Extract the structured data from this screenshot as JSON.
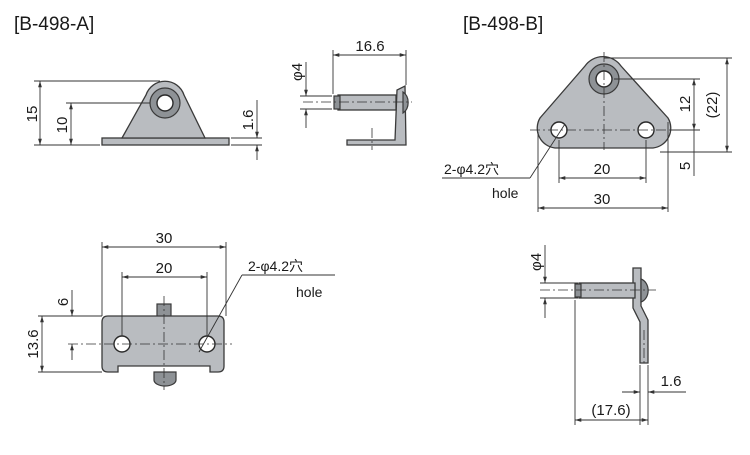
{
  "titles": {
    "a": "[B-498-A]",
    "b": "[B-498-B]"
  },
  "a_front": {
    "h15": "15",
    "h10": "10",
    "t16": "1.6"
  },
  "a_side": {
    "pin_len": "16.6",
    "pin_dia": "φ4"
  },
  "a_top": {
    "w30": "30",
    "w20": "20",
    "h6": "6",
    "h136": "13.6",
    "hole_label": "2-φ4.2穴",
    "hole_en": "hole"
  },
  "b_front": {
    "h12": "12",
    "h22": "(22)",
    "h5": "5",
    "w20": "20",
    "w30": "30",
    "hole_label": "2-φ4.2穴",
    "hole_en": "hole"
  },
  "b_side": {
    "pin_dia": "φ4",
    "t16": "1.6",
    "len": "(17.6)"
  }
}
